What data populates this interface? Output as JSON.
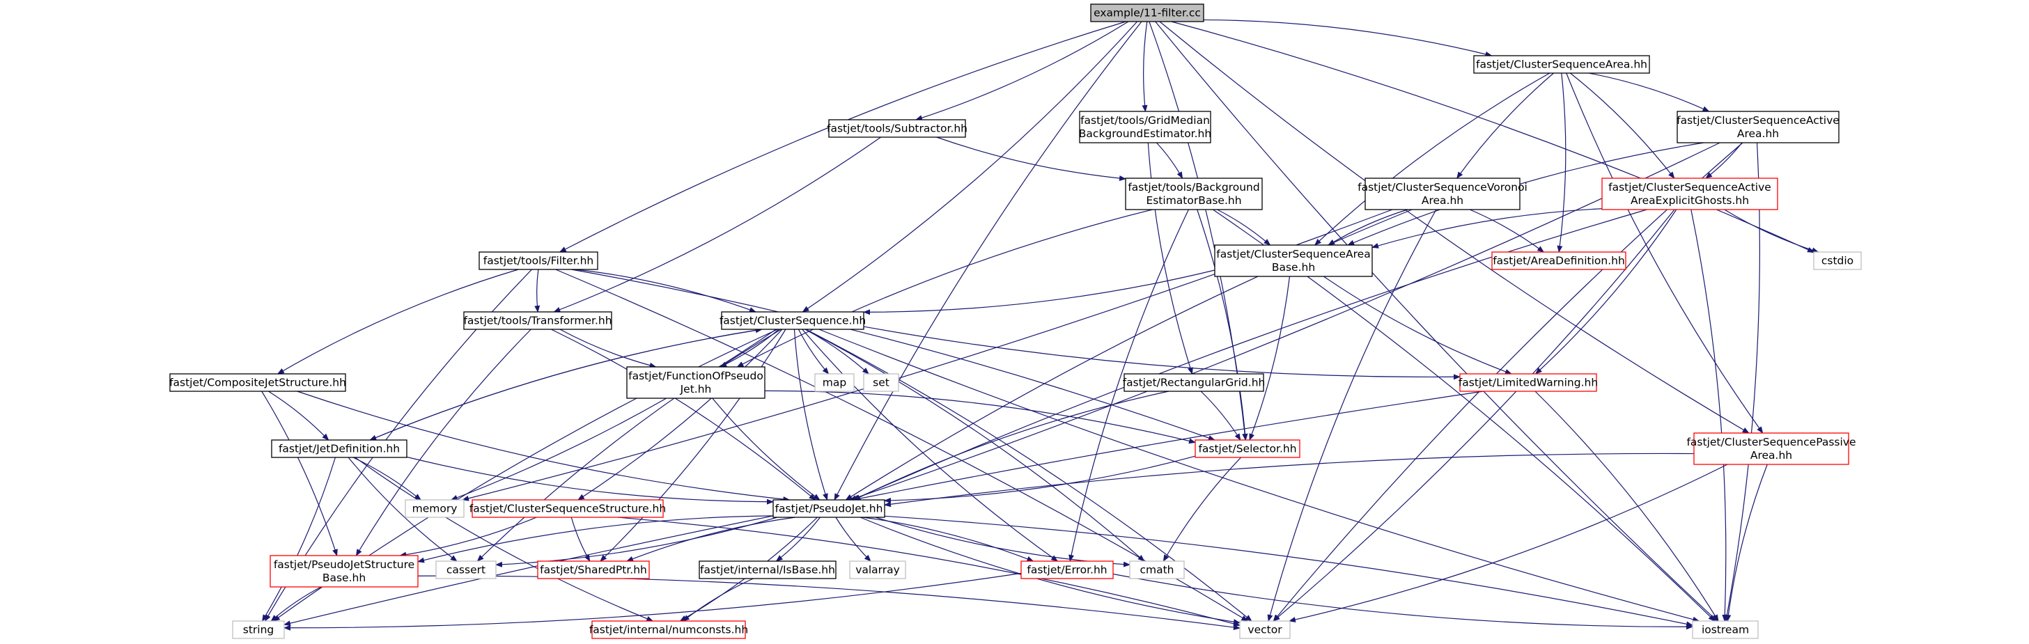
{
  "graph": {
    "colors": {
      "edge": "#191970",
      "root_fill": "#bfbfbf",
      "root_border": "#000000",
      "documented_border": "#000000",
      "undocumented_border": "#ff0000",
      "system_border": "#bfbfbf",
      "text": "#000000"
    },
    "nodes": [
      {
        "id": "root",
        "lines": [
          "example/11-filter.cc"
        ],
        "kind": "root"
      },
      {
        "id": "csa",
        "lines": [
          "fastjet/ClusterSequenceArea.hh"
        ],
        "kind": "doc"
      },
      {
        "id": "gmbe",
        "lines": [
          "fastjet/tools/GridMedian",
          "BackgroundEstimator.hh"
        ],
        "kind": "doc"
      },
      {
        "id": "sub",
        "lines": [
          "fastjet/tools/Subtractor.hh"
        ],
        "kind": "doc"
      },
      {
        "id": "csaa",
        "lines": [
          "fastjet/ClusterSequenceActive",
          "Area.hh"
        ],
        "kind": "doc"
      },
      {
        "id": "csvor",
        "lines": [
          "fastjet/ClusterSequenceVoronoi",
          "Area.hh"
        ],
        "kind": "doc"
      },
      {
        "id": "csaaeg",
        "lines": [
          "fastjet/ClusterSequenceActive",
          "AreaExplicitGhosts.hh"
        ],
        "kind": "undoc"
      },
      {
        "id": "bebase",
        "lines": [
          "fastjet/tools/Background",
          "EstimatorBase.hh"
        ],
        "kind": "doc"
      },
      {
        "id": "areadef",
        "lines": [
          "fastjet/AreaDefinition.hh"
        ],
        "kind": "undoc"
      },
      {
        "id": "cstdio",
        "lines": [
          "cstdio"
        ],
        "kind": "sys"
      },
      {
        "id": "filter",
        "lines": [
          "fastjet/tools/Filter.hh"
        ],
        "kind": "doc"
      },
      {
        "id": "csab",
        "lines": [
          "fastjet/ClusterSequenceArea",
          "Base.hh"
        ],
        "kind": "doc"
      },
      {
        "id": "trans",
        "lines": [
          "fastjet/tools/Transformer.hh"
        ],
        "kind": "doc"
      },
      {
        "id": "cs",
        "lines": [
          "fastjet/ClusterSequence.hh"
        ],
        "kind": "doc"
      },
      {
        "id": "cjs",
        "lines": [
          "fastjet/CompositeJetStructure.hh"
        ],
        "kind": "doc"
      },
      {
        "id": "fopj",
        "lines": [
          "fastjet/FunctionOfPseudo",
          "Jet.hh"
        ],
        "kind": "doc"
      },
      {
        "id": "map",
        "lines": [
          "map"
        ],
        "kind": "sys"
      },
      {
        "id": "set",
        "lines": [
          "set"
        ],
        "kind": "sys"
      },
      {
        "id": "rgrid",
        "lines": [
          "fastjet/RectangularGrid.hh"
        ],
        "kind": "doc"
      },
      {
        "id": "limw",
        "lines": [
          "fastjet/LimitedWarning.hh"
        ],
        "kind": "undoc"
      },
      {
        "id": "cspa",
        "lines": [
          "fastjet/ClusterSequencePassive",
          "Area.hh"
        ],
        "kind": "undoc"
      },
      {
        "id": "jetdef",
        "lines": [
          "fastjet/JetDefinition.hh"
        ],
        "kind": "doc"
      },
      {
        "id": "selector",
        "lines": [
          "fastjet/Selector.hh"
        ],
        "kind": "undoc"
      },
      {
        "id": "memory",
        "lines": [
          "memory"
        ],
        "kind": "sys"
      },
      {
        "id": "css",
        "lines": [
          "fastjet/ClusterSequenceStructure.hh"
        ],
        "kind": "undoc"
      },
      {
        "id": "pj",
        "lines": [
          "fastjet/PseudoJet.hh"
        ],
        "kind": "doc"
      },
      {
        "id": "pjsb",
        "lines": [
          "fastjet/PseudoJetStructure",
          "Base.hh"
        ],
        "kind": "undoc"
      },
      {
        "id": "cassert",
        "lines": [
          "cassert"
        ],
        "kind": "sys"
      },
      {
        "id": "sharedptr",
        "lines": [
          "fastjet/SharedPtr.hh"
        ],
        "kind": "undoc"
      },
      {
        "id": "isbase",
        "lines": [
          "fastjet/internal/IsBase.hh"
        ],
        "kind": "doc"
      },
      {
        "id": "valarray",
        "lines": [
          "valarray"
        ],
        "kind": "sys"
      },
      {
        "id": "error",
        "lines": [
          "fastjet/Error.hh"
        ],
        "kind": "undoc"
      },
      {
        "id": "cmath",
        "lines": [
          "cmath"
        ],
        "kind": "sys"
      },
      {
        "id": "string",
        "lines": [
          "string"
        ],
        "kind": "sys"
      },
      {
        "id": "numconsts",
        "lines": [
          "fastjet/internal/numconsts.hh"
        ],
        "kind": "undoc"
      },
      {
        "id": "vector",
        "lines": [
          "vector"
        ],
        "kind": "sys"
      },
      {
        "id": "iostream",
        "lines": [
          "iostream"
        ],
        "kind": "sys"
      }
    ],
    "edges": [
      [
        "root",
        "csa"
      ],
      [
        "root",
        "gmbe"
      ],
      [
        "root",
        "sub"
      ],
      [
        "root",
        "filter"
      ],
      [
        "root",
        "cs"
      ],
      [
        "root",
        "pj"
      ],
      [
        "root",
        "selector"
      ],
      [
        "root",
        "cspa"
      ],
      [
        "root",
        "cstdio"
      ],
      [
        "root",
        "iostream"
      ],
      [
        "csa",
        "csaa"
      ],
      [
        "csa",
        "csvor"
      ],
      [
        "csa",
        "csaaeg"
      ],
      [
        "csa",
        "csab"
      ],
      [
        "csa",
        "areadef"
      ],
      [
        "csa",
        "cspa"
      ],
      [
        "csaa",
        "csaaeg"
      ],
      [
        "csaa",
        "csab"
      ],
      [
        "csaa",
        "pj"
      ],
      [
        "csaa",
        "vector"
      ],
      [
        "csaa",
        "iostream"
      ],
      [
        "csaaeg",
        "csab"
      ],
      [
        "csaaeg",
        "limw"
      ],
      [
        "csaaeg",
        "pj"
      ],
      [
        "csaaeg",
        "vector"
      ],
      [
        "csaaeg",
        "cstdio"
      ],
      [
        "csaaeg",
        "iostream"
      ],
      [
        "csvor",
        "csab"
      ],
      [
        "csvor",
        "areadef"
      ],
      [
        "csvor",
        "pj"
      ],
      [
        "csvor",
        "memory"
      ],
      [
        "csvor",
        "vector"
      ],
      [
        "gmbe",
        "bebase"
      ],
      [
        "gmbe",
        "rgrid"
      ],
      [
        "bebase",
        "csab"
      ],
      [
        "bebase",
        "fopj"
      ],
      [
        "bebase",
        "selector"
      ],
      [
        "bebase",
        "error"
      ],
      [
        "bebase",
        "iostream"
      ],
      [
        "sub",
        "bebase"
      ],
      [
        "sub",
        "trans"
      ],
      [
        "filter",
        "trans"
      ],
      [
        "filter",
        "cs"
      ],
      [
        "filter",
        "cjs"
      ],
      [
        "filter",
        "selector"
      ],
      [
        "filter",
        "string"
      ],
      [
        "filter",
        "vector"
      ],
      [
        "trans",
        "fopj"
      ],
      [
        "trans",
        "pj"
      ],
      [
        "trans",
        "pjsb"
      ],
      [
        "csab",
        "cs"
      ],
      [
        "csab",
        "limw"
      ],
      [
        "csab",
        "selector"
      ],
      [
        "cs",
        "jetdef"
      ],
      [
        "cs",
        "fopj"
      ],
      [
        "cs",
        "map"
      ],
      [
        "cs",
        "set"
      ],
      [
        "cs",
        "pj"
      ],
      [
        "cs",
        "css"
      ],
      [
        "cs",
        "limw"
      ],
      [
        "cs",
        "memory"
      ],
      [
        "cs",
        "cassert"
      ],
      [
        "cs",
        "sharedptr"
      ],
      [
        "cs",
        "error"
      ],
      [
        "cs",
        "cmath"
      ],
      [
        "cs",
        "string"
      ],
      [
        "cs",
        "vector"
      ],
      [
        "cs",
        "iostream"
      ],
      [
        "cjs",
        "jetdef"
      ],
      [
        "cjs",
        "pj"
      ],
      [
        "cjs",
        "pjsb"
      ],
      [
        "fopj",
        "pj"
      ],
      [
        "fopj",
        "selector"
      ],
      [
        "rgrid",
        "pj"
      ],
      [
        "rgrid",
        "selector"
      ],
      [
        "limw",
        "string"
      ],
      [
        "limw",
        "iostream"
      ],
      [
        "cspa",
        "pj"
      ],
      [
        "cspa",
        "vector"
      ],
      [
        "cspa",
        "iostream"
      ],
      [
        "jetdef",
        "cs"
      ],
      [
        "jetdef",
        "pj"
      ],
      [
        "jetdef",
        "memory"
      ],
      [
        "jetdef",
        "cassert"
      ],
      [
        "jetdef",
        "string"
      ],
      [
        "jetdef",
        "numconsts"
      ],
      [
        "selector",
        "pj"
      ],
      [
        "selector",
        "cmath"
      ],
      [
        "css",
        "pjsb"
      ],
      [
        "css",
        "sharedptr"
      ],
      [
        "css",
        "vector"
      ],
      [
        "pj",
        "pjsb"
      ],
      [
        "pj",
        "cassert"
      ],
      [
        "pj",
        "sharedptr"
      ],
      [
        "pj",
        "isbase"
      ],
      [
        "pj",
        "valarray"
      ],
      [
        "pj",
        "error"
      ],
      [
        "pj",
        "cmath"
      ],
      [
        "pj",
        "numconsts"
      ],
      [
        "pj",
        "vector"
      ],
      [
        "pj",
        "iostream"
      ],
      [
        "pjsb",
        "string"
      ],
      [
        "pjsb",
        "vector"
      ],
      [
        "isbase",
        "numconsts"
      ],
      [
        "error",
        "string"
      ],
      [
        "error",
        "iostream"
      ]
    ]
  }
}
